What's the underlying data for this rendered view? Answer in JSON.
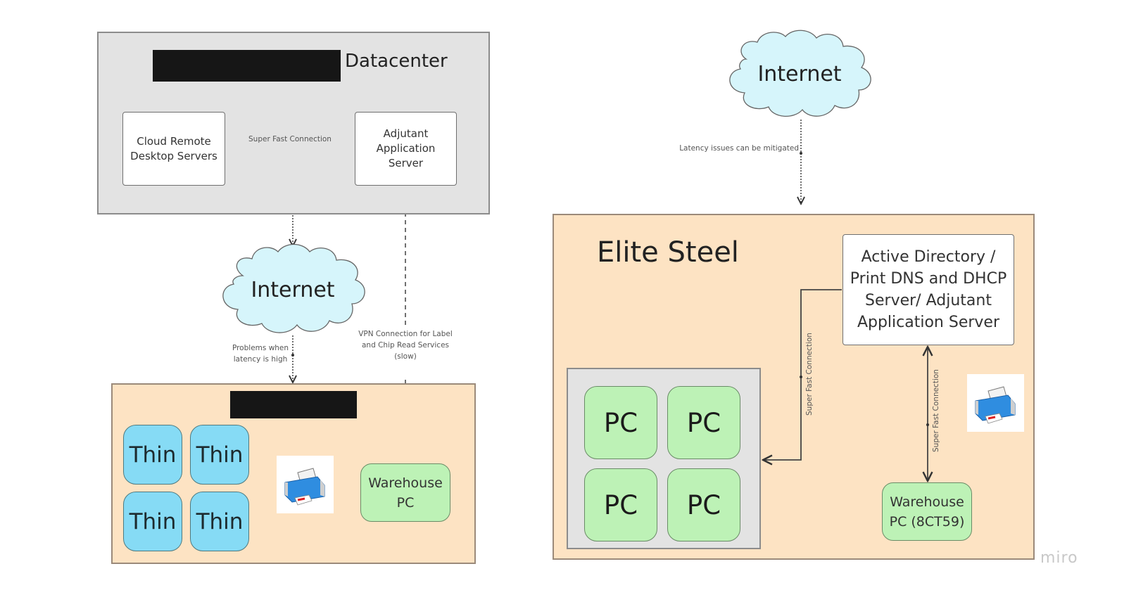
{
  "datacenter": {
    "title": "Datacenter",
    "title_redacted": true,
    "nodes": {
      "cloud_remote": "Cloud Remote\nDesktop Servers",
      "adjutant_server": "Adjutant\nApplication\nServer"
    },
    "connection_label": "Super Fast Connection"
  },
  "left_internet": {
    "label": "Internet",
    "latency_label": "Problems when\nlatency is high",
    "vpn_label": "VPN Connection for Label\nand Chip Read Services\n(slow)"
  },
  "left_site": {
    "title_redacted": true,
    "thin_clients": [
      "Thin",
      "Thin",
      "Thin",
      "Thin"
    ],
    "printer_icon": "printer-icon",
    "warehouse_pc": "Warehouse\nPC"
  },
  "right_internet": {
    "label": "Internet",
    "latency_label": "Latency issues can be mitigated"
  },
  "elite_steel": {
    "title": "Elite Steel",
    "server": "Active Directory /\nPrint DNS and  DHCP\nServer/ Adjutant\nApplication Server",
    "pcs": [
      "PC",
      "PC",
      "PC",
      "PC"
    ],
    "connection_label_pcs": "Super Fast Connection",
    "connection_label_warehouse": "Super Fast Connection",
    "printer_icon": "printer-icon",
    "warehouse_pc": "Warehouse\nPC (8CT59)"
  },
  "watermark": "miro",
  "colors": {
    "datacenter_bg": "#e3e3e3",
    "site_bg": "#fde3c3",
    "cloud_fill": "#d6f5fb",
    "thin_fill": "#86dbf5",
    "pc_fill": "#bdf2b6",
    "printer_blue": "#2f8de0"
  }
}
